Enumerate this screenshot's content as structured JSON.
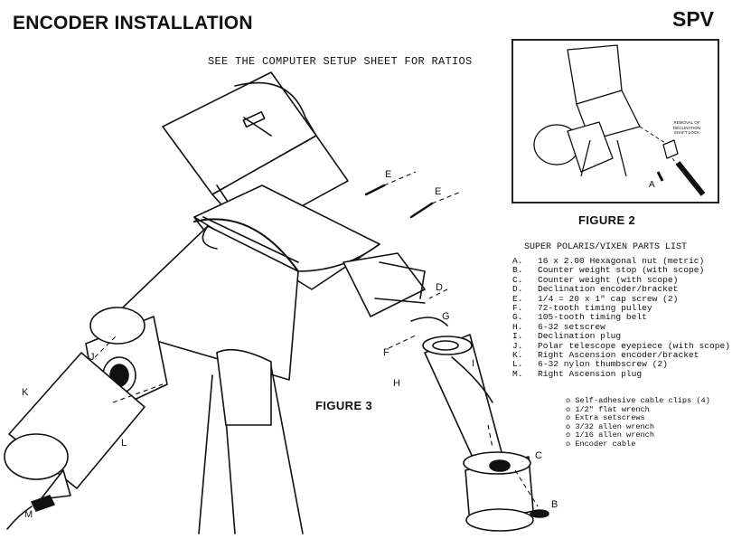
{
  "header": {
    "title": "ENCODER INSTALLATION",
    "brand": "SPV",
    "subtitle": "SEE THE COMPUTER SETUP SHEET FOR RATIOS"
  },
  "figure2": {
    "caption": "FIGURE 2",
    "note": [
      "REMOVAL OF",
      "DECLINATION",
      "SHAFT LOCK"
    ],
    "label_a": "A"
  },
  "figure3": {
    "caption": "FIGURE 3",
    "labels": {
      "k": "K",
      "j": "J",
      "l": "L",
      "m": "M",
      "e1": "E",
      "e2": "E",
      "d": "D",
      "g": "G",
      "f": "F",
      "h": "H",
      "i": "I",
      "c": "C",
      "b": "B"
    }
  },
  "parts_list": {
    "title": "SUPER POLARIS/VIXEN PARTS LIST",
    "items": [
      {
        "key": "A.",
        "text": "16 x 2.00 Hexagonal nut (metric)"
      },
      {
        "key": "B.",
        "text": "Counter weight stop (with scope)"
      },
      {
        "key": "C.",
        "text": "Counter weight (with scope)"
      },
      {
        "key": "D.",
        "text": "Declination encoder/bracket"
      },
      {
        "key": "E.",
        "text": "1/4 = 20 x 1\" cap screw (2)"
      },
      {
        "key": "F.",
        "text": "72-tooth timing pulley"
      },
      {
        "key": "G.",
        "text": "105-tooth timing belt"
      },
      {
        "key": "H.",
        "text": "6-32 setscrew"
      },
      {
        "key": "I.",
        "text": "Declination plug"
      },
      {
        "key": "J.",
        "text": "Polar telescope eyepiece (with scope)"
      },
      {
        "key": "K.",
        "text": "Right Ascension encoder/bracket"
      },
      {
        "key": "L.",
        "text": "6-32 nylon thumbscrew (2)"
      },
      {
        "key": "M.",
        "text": "Right Ascension plug"
      }
    ]
  },
  "extras": [
    "o Self-adhesive cable clips (4)",
    "o 1/2\" flat wrench",
    "o Extra setscrews",
    "o 3/32 allen wrench",
    "o 1/16 allen wrench",
    "o Encoder cable"
  ],
  "colors": {
    "ink": "#111111",
    "paper": "#ffffff",
    "frame": "#222222"
  }
}
